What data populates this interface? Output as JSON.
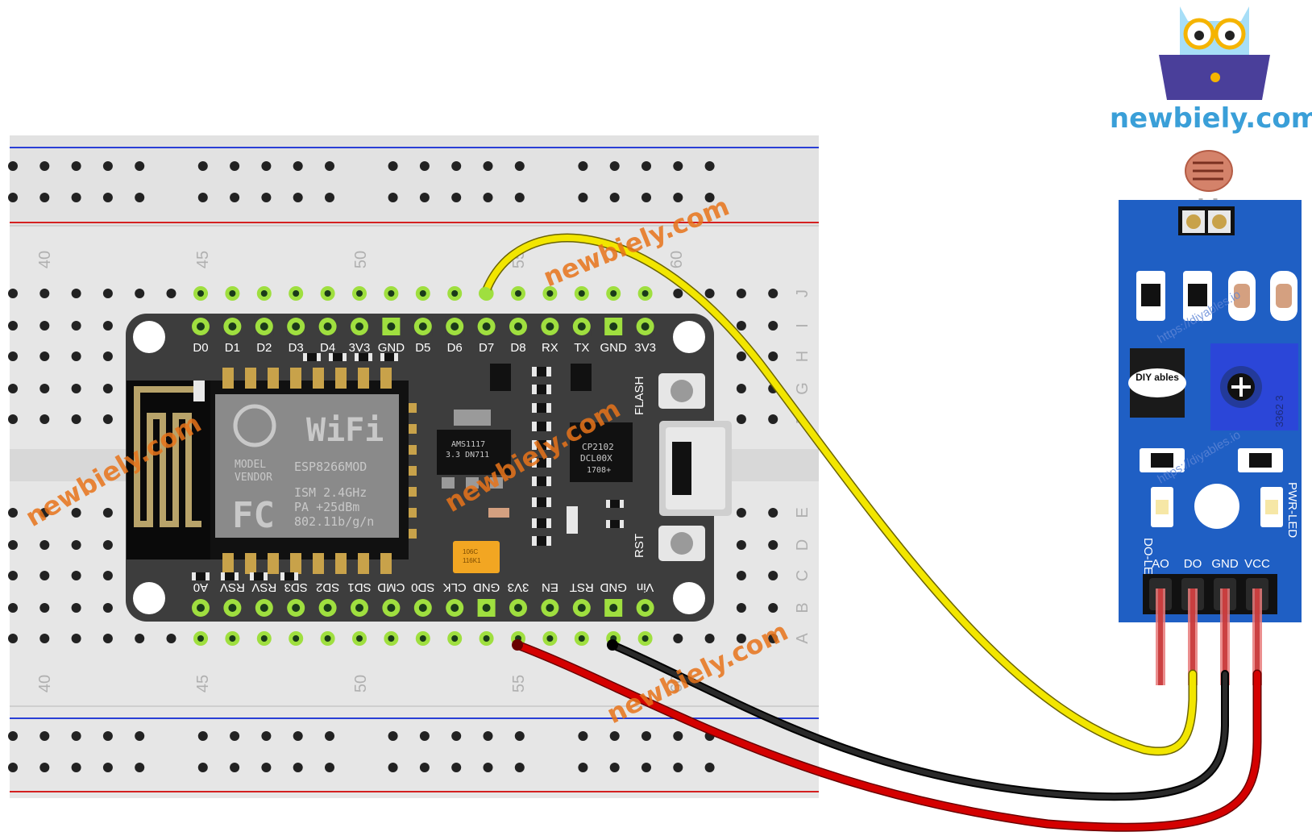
{
  "brand": {
    "site": "newbiely.com",
    "logo_icon": "owl-laptop-icon"
  },
  "breadboard": {
    "column_numbers": [
      "40",
      "45",
      "50",
      "55",
      "60"
    ],
    "row_letters_top": [
      "J",
      "I",
      "H",
      "G",
      "F"
    ],
    "row_letters_bottom": [
      "E",
      "D",
      "C",
      "B",
      "A"
    ]
  },
  "esp8266": {
    "top_pins": [
      "D0",
      "D1",
      "D2",
      "D3",
      "D4",
      "3V3",
      "GND",
      "D5",
      "D6",
      "D7",
      "D8",
      "RX",
      "TX",
      "GND",
      "3V3"
    ],
    "bottom_pins": [
      "A0",
      "RSV",
      "RSV",
      "SD3",
      "SD2",
      "SD1",
      "CMD",
      "SD0",
      "CLK",
      "GND",
      "3V3",
      "EN",
      "RST",
      "GND",
      "Vin"
    ],
    "module_text": {
      "wifi": "WiFi",
      "model": "MODEL",
      "vendor": "VENDOR",
      "part": "ESP8266MOD",
      "ism": "ISM 2.4GHz",
      "pa": "PA  +25dBm",
      "std": "802.11b/g/n",
      "fc": "FC"
    },
    "regulator_text": [
      "AMS1117",
      "3.3  DN711"
    ],
    "usb_chip_text": [
      "CP2102",
      "DCL00X",
      "1708+"
    ],
    "cap_text": [
      "106C",
      "116K1"
    ],
    "flash_label": "FLASH",
    "rst_label": "RST"
  },
  "sensor_module": {
    "pins": [
      "AO",
      "DO",
      "GND",
      "VCC"
    ],
    "do_led": "DO-LED",
    "pwr_led": "PWR-LED",
    "logo": "DIY ables",
    "url": "https://diyables.io",
    "pot": "3362 3"
  },
  "wires": [
    {
      "from": "D7",
      "to": "DO",
      "color": "#f2e600"
    },
    {
      "from": "GND",
      "to": "GND",
      "color": "#111111"
    },
    {
      "from": "3V3",
      "to": "VCC",
      "color": "#d40000"
    }
  ],
  "watermarks": [
    "newbiely.com",
    "newbiely.com",
    "newbiely.com",
    "newbiely.com"
  ]
}
